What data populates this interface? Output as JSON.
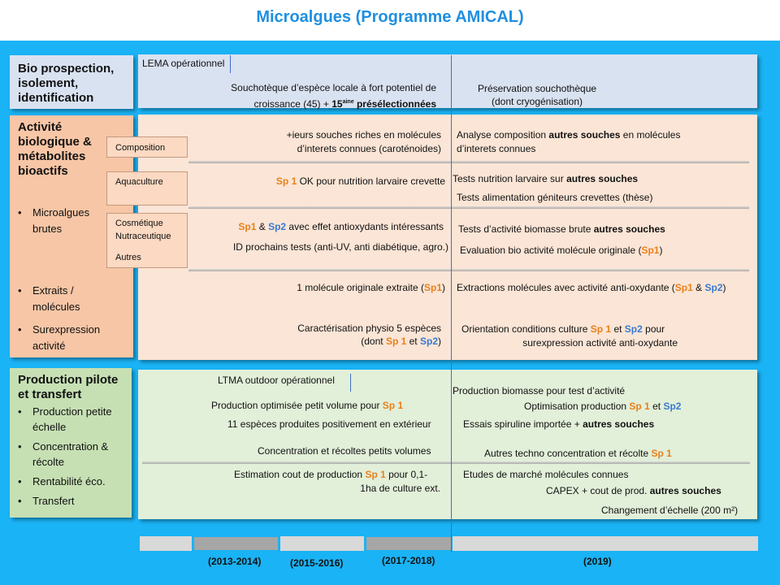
{
  "title": "Microalgues (Programme AMICAL)",
  "sections": {
    "bio": {
      "title": "Bio prospection, isolement, identification",
      "lema": "LEMA opérationnel",
      "left_line1": "Souchotèque d’espèce locale à fort potentiel de",
      "left_line2a": "croissance (45) + ",
      "left_line2b": "15",
      "left_line2c": "aine",
      "left_line2d": " présélectionnées",
      "right_line1": "Préservation souchothèque",
      "right_line2": "(dont cryogénisation)"
    },
    "activite": {
      "title": "Activité biologique & métabolites bioactifs",
      "bullets": [
        "Microalgues brutes",
        "Extraits / molécules",
        "Surexpression activité"
      ],
      "sub_composition": "Composition",
      "sub_aquaculture": "Aquaculture",
      "sub_cosmetique": "Cosmétique",
      "sub_nutraceutique": "Nutraceutique",
      "sub_autres": "Autres",
      "comp_left1": "+ieurs souches riches en molécules",
      "comp_left2": "d’interets connues (caroténoides)",
      "comp_right1a": "Analyse composition ",
      "comp_right1b": "autres souches",
      "comp_right1c": " en molécules",
      "comp_right2": "d’interets connues",
      "aqua_left_sp": "Sp 1",
      "aqua_left": " OK pour nutrition larvaire crevette",
      "aqua_right1a": "Tests nutrition larvaire sur ",
      "aqua_right1b": "autres souches",
      "aqua_right2": "Tests alimentation géniteurs crevettes (thèse)",
      "cosm_left1_sp1": "Sp1",
      "cosm_left1_amp": " & ",
      "cosm_left1_sp2": "Sp2",
      "cosm_left1_rest": " avec effet antioxydants intéressants",
      "cosm_left2": "ID prochains tests (anti-UV, anti diabétique, agro.)",
      "cosm_right1a": "Tests d’activité biomasse brute ",
      "cosm_right1b": "autres souches",
      "cosm_right2a": "Evaluation bio activité molécule originale (",
      "cosm_right2b": "Sp1",
      "cosm_right2c": ")",
      "ext_left_a": "1 molécule originale extraite (",
      "ext_left_b": "Sp1",
      "ext_left_c": ")",
      "ext_right_a": "Extractions molécules avec activité anti-oxydante (",
      "ext_right_b": "Sp1",
      "ext_right_c": " & ",
      "ext_right_d": "Sp2",
      "ext_right_e": ")",
      "sur_left1": "Caractérisation physio 5 espèces",
      "sur_left2a": "(dont ",
      "sur_left2b": "Sp 1",
      "sur_left2c": " et ",
      "sur_left2d": "Sp2",
      "sur_left2e": ")",
      "sur_right1a": "Orientation conditions culture ",
      "sur_right1b": "Sp 1",
      "sur_right1c": " et ",
      "sur_right1d": "Sp2",
      "sur_right1e": " pour",
      "sur_right2": "surexpression  activité anti-oxydante"
    },
    "production": {
      "title": "Production pilote et transfert",
      "bullets": [
        "Production petite échelle",
        "Concentration & récolte",
        "Rentabilité éco.",
        "Transfert"
      ],
      "ltma": "LTMA outdoor opérationnel",
      "l1a": "Production optimisée petit volume pour ",
      "l1b": "Sp 1",
      "l2": "11 espèces produites positivement en extérieur",
      "l3": "Concentration et récoltes petits volumes",
      "l4a": "Estimation cout de production ",
      "l4b": "Sp 1",
      "l4c": " pour 0,1-",
      "l4d": "1ha de culture ext.",
      "r1": "Production biomasse pour test d’activité",
      "r2a": "Optimisation production ",
      "r2b": "Sp 1",
      "r2c": " et ",
      "r2d": "Sp2",
      "r3a": "Essais spiruline importée + ",
      "r3b": "autres souches",
      "r4a": "Autres techno concentration et récolte ",
      "r4b": "Sp 1",
      "r5": "Etudes de marché molécules connues",
      "r6a": "CAPEX + cout de prod. ",
      "r6b": "autres souches",
      "r7": "Changement d’échelle (200 m²)"
    }
  },
  "timeline": {
    "years": [
      "(2013-2014)",
      "(2015-2016)",
      "(2017-2018)",
      "(2019)"
    ]
  },
  "colors": {
    "title": "#1f8fe0",
    "background": "#1ab3f5",
    "bio_panel": "#d9e2f1",
    "activite_panel": "#fbe5d6",
    "production_panel": "#e2efd9",
    "sp1": "#e8801a",
    "sp2": "#3a7ad0"
  }
}
